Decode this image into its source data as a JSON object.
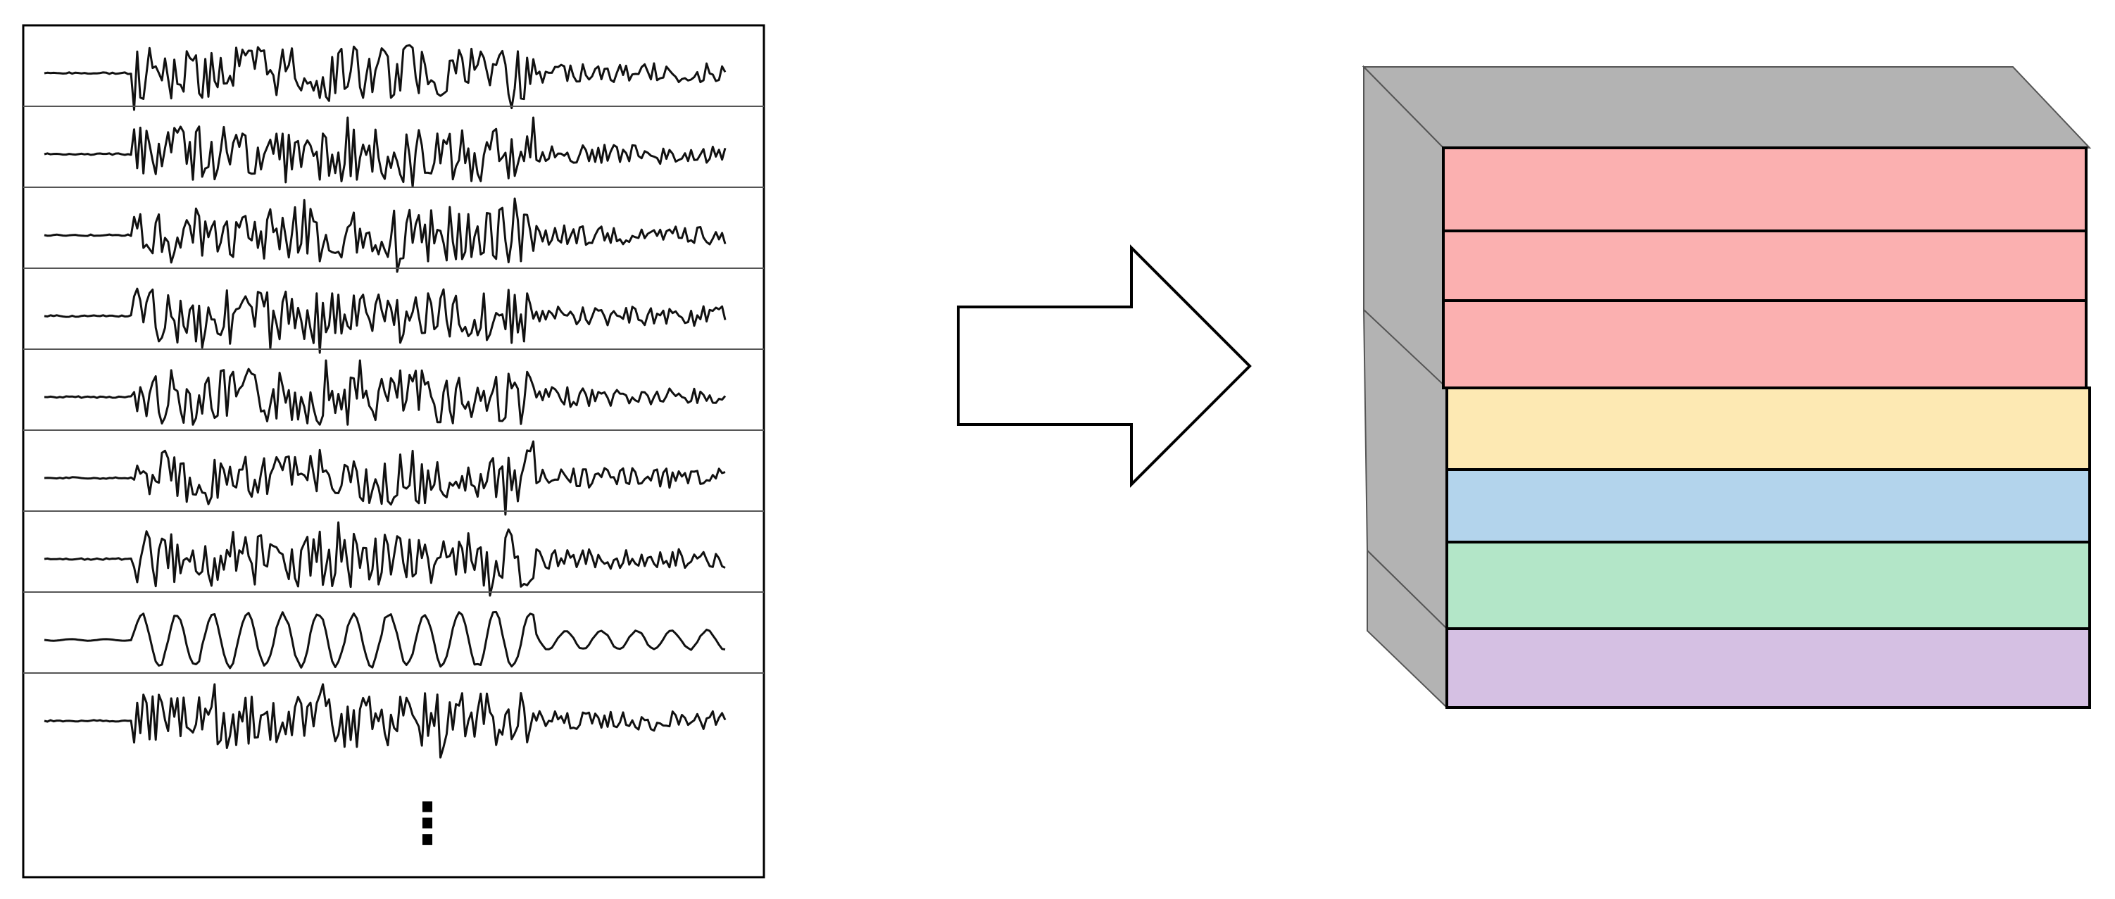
{
  "panel": {
    "signal_count": 9,
    "continuation_marker": "⋮",
    "border_color": "#000000",
    "divider_color": "#555555",
    "trace_color": "#111111"
  },
  "arrow": {
    "direction": "right",
    "fill": "#ffffff",
    "stroke": "#000000"
  },
  "stack": {
    "top_face_color": "#b3b3b3",
    "side_face_color": "#b3b3b3",
    "layers": [
      {
        "id": "red-1",
        "color": "#fbb0b0"
      },
      {
        "id": "red-2",
        "color": "#fbb0b0"
      },
      {
        "id": "red-3",
        "color": "#fbb0b0"
      },
      {
        "id": "yellow",
        "color": "#fde9b3"
      },
      {
        "id": "blue",
        "color": "#b3d4ec"
      },
      {
        "id": "green",
        "color": "#b3e6c8"
      },
      {
        "id": "purple",
        "color": "#d5c0e3"
      }
    ]
  }
}
